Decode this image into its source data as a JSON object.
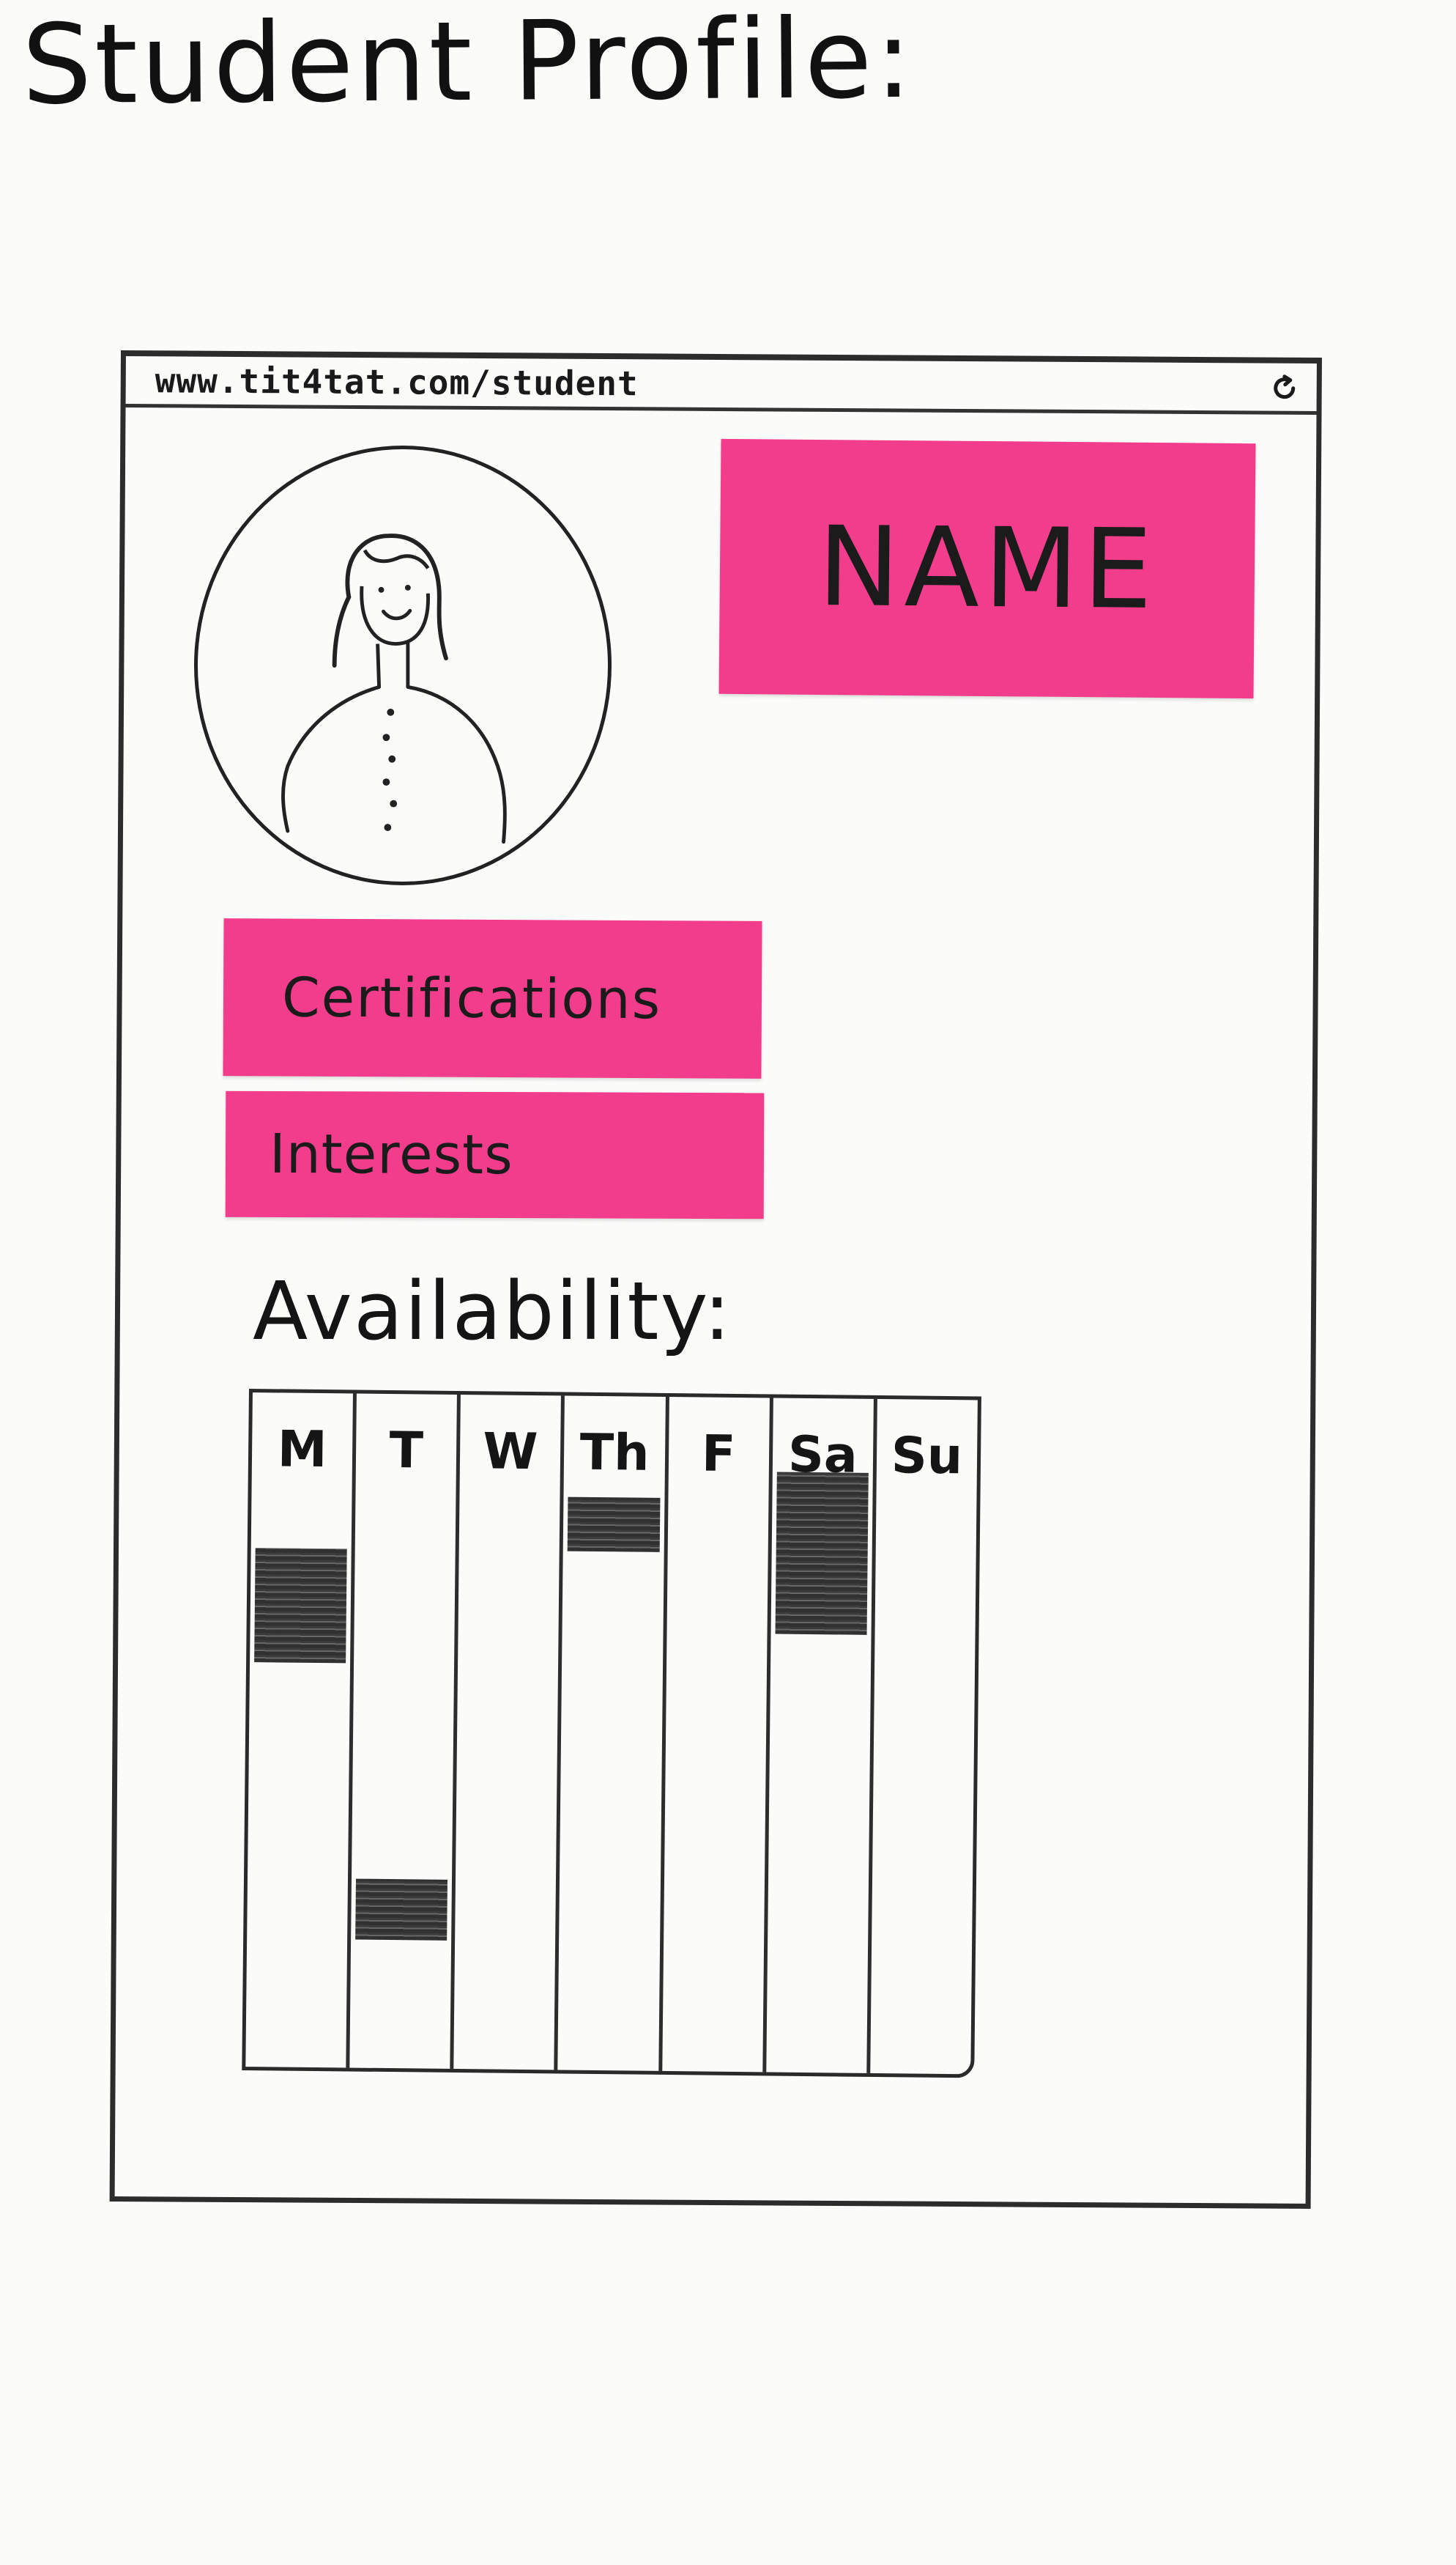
{
  "page": {
    "title": "Student Profile:"
  },
  "browser": {
    "url": "www.tit4tat.com/student",
    "refresh_icon": "refresh-icon"
  },
  "profile": {
    "avatar_icon": "person-drawing",
    "name_label": "NAME",
    "certifications_label": "Certifications",
    "interests_label": "Interests"
  },
  "availability": {
    "label": "Availability:",
    "days": [
      {
        "label": "M",
        "blocks": [
          {
            "start": 0.23,
            "end": 0.4
          }
        ]
      },
      {
        "label": "T",
        "blocks": [
          {
            "start": 0.72,
            "end": 0.81
          }
        ]
      },
      {
        "label": "W",
        "blocks": []
      },
      {
        "label": "Th",
        "blocks": [
          {
            "start": 0.15,
            "end": 0.23
          }
        ]
      },
      {
        "label": "F",
        "blocks": []
      },
      {
        "label": "Sa",
        "blocks": [
          {
            "start": 0.11,
            "end": 0.35
          }
        ]
      },
      {
        "label": "Su",
        "blocks": []
      }
    ]
  },
  "colors": {
    "sticky": "#f23d8c",
    "ink": "#161616",
    "paper": "#fbfbfa"
  }
}
